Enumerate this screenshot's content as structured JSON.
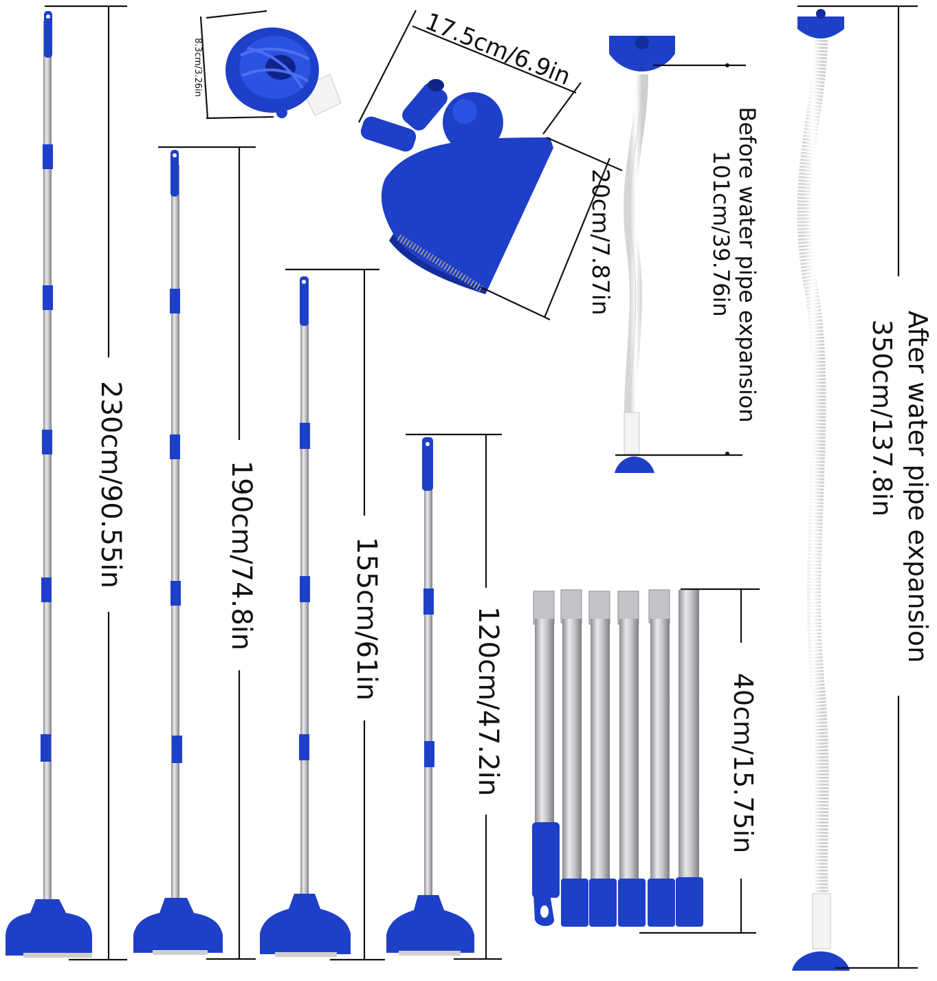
{
  "colors": {
    "accent_blue": "#1e3fc8",
    "accent_blue_dark": "#142d9c",
    "metal_light": "#e8e8ea",
    "metal_dark": "#8a8c90",
    "hose_white": "#f4f4f4",
    "ink": "#111111"
  },
  "poles": [
    {
      "id": "pole-230",
      "label": "230cm/90.55in"
    },
    {
      "id": "pole-190",
      "label": "190cm/74.8in"
    },
    {
      "id": "pole-155",
      "label": "155cm/61in"
    },
    {
      "id": "pole-120",
      "label": "120cm/47.2in"
    }
  ],
  "adapter": {
    "label": "8.3cm/3.26in"
  },
  "brush_head": {
    "width_label": "17.5cm/6.9in",
    "depth_label": "20cm/7.87in"
  },
  "hose_before": {
    "title": "Before water pipe expansion",
    "label": "101cm/39.76in"
  },
  "hose_after": {
    "title": "After water pipe expansion",
    "label": "350cm/137.8in"
  },
  "segments": {
    "count": 6,
    "label": "40cm/15.75in"
  },
  "icons": {
    "pole": "telescopic-pole-icon",
    "adapter": "hose-adapter-icon",
    "brush": "vacuum-brush-head-icon",
    "hose": "water-hose-icon"
  }
}
